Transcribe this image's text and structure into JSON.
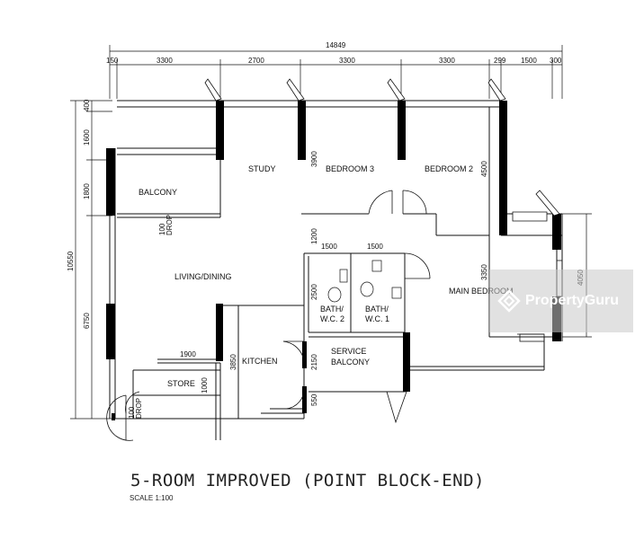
{
  "title": "5-ROOM IMPROVED (POINT BLOCK-END)",
  "scale": "SCALE 1:100",
  "watermark": "PropertyGuru",
  "rooms": {
    "study": "STUDY",
    "bedroom3": "BEDROOM 3",
    "bedroom2": "BEDROOM 2",
    "balcony": "BALCONY",
    "living": "LIVING/DINING",
    "main_bedroom": "MAIN BEDROOM",
    "bath2_a": "BATH/",
    "bath2_b": "W.C. 2",
    "bath1_a": "BATH/",
    "bath1_b": "W.C. 1",
    "service_a": "SERVICE",
    "service_b": "BALCONY",
    "kitchen": "KITCHEN",
    "store": "STORE"
  },
  "notes": {
    "drop1": "100",
    "drop1b": "DROP",
    "drop2": "100",
    "drop2b": "DROP"
  },
  "dims": {
    "total_width": "14849",
    "top": [
      "150",
      "3300",
      "2700",
      "3300",
      "3300",
      "299",
      "1500",
      "300"
    ],
    "left_total": "10550",
    "left": [
      "400",
      "1600",
      "1800",
      "6750"
    ],
    "d3900": "3900",
    "d4500": "4500",
    "d1200": "1200",
    "d1500a": "1500",
    "d1500b": "1500",
    "d2500": "2500",
    "d3350": "3350",
    "d4050": "4050",
    "d1900": "1900",
    "d3850": "3850",
    "d1000": "1000",
    "d2150": "2150",
    "d550": "550"
  }
}
